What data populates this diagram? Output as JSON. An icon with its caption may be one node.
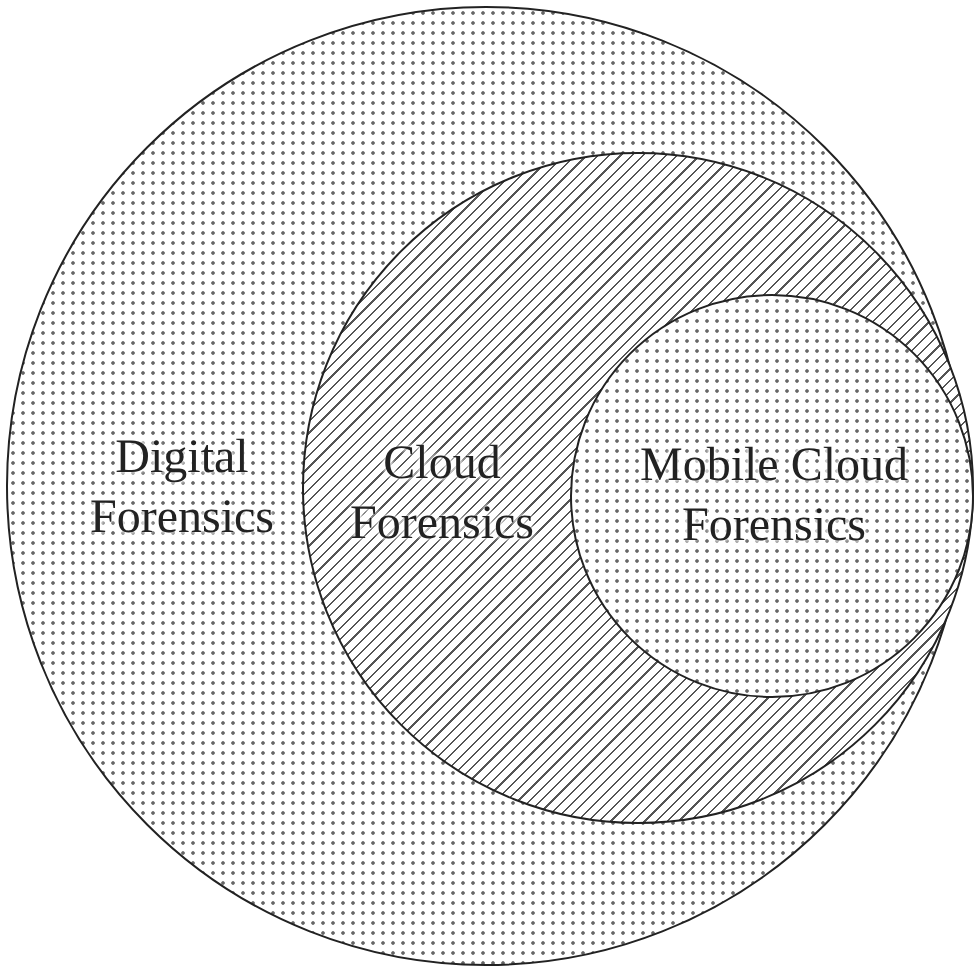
{
  "diagram": {
    "nodes": [
      {
        "text": [
          "Digital Forensics"
        ]
      },
      {
        "text": [
          "Cloud Forensics"
        ],
        "in": 0
      },
      {
        "text": [
          "Mobile Cloud Forensics"
        ],
        "in": 1
      }
    ]
  }
}
